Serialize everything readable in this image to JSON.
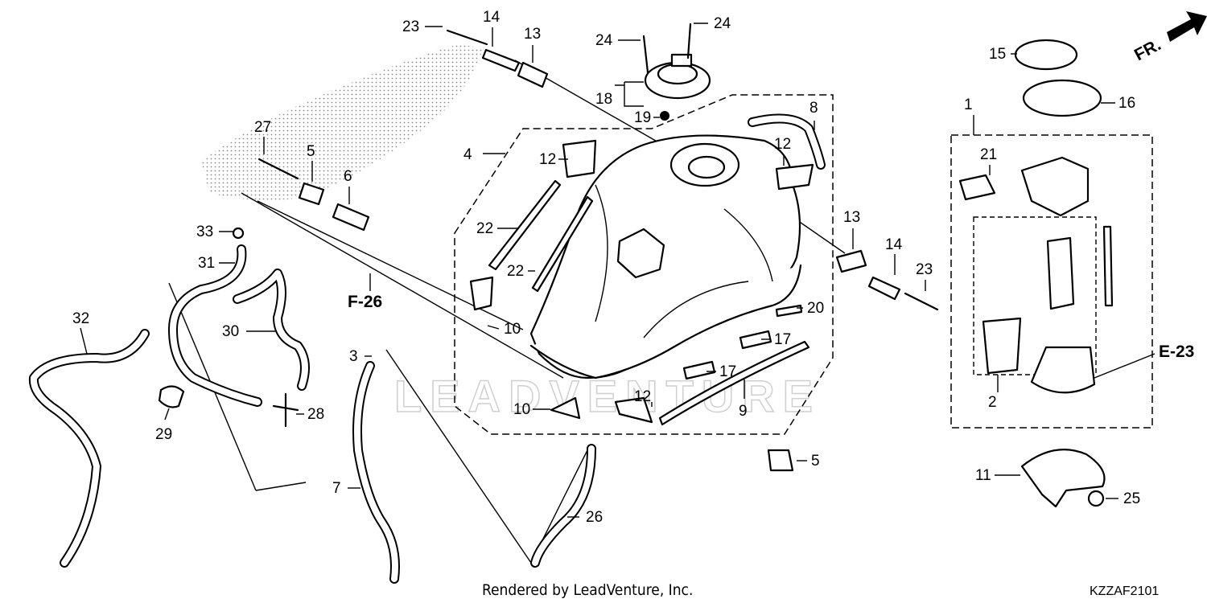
{
  "footer": {
    "credit": "Rendered by LeadVenture, Inc.",
    "diagram_code": "KZZAF2101"
  },
  "watermark": "LEADVENTURE",
  "direction_arrow": "FR.",
  "references": [
    "F-26",
    "E-23"
  ],
  "callouts": [
    "1",
    "2",
    "3",
    "4",
    "5",
    "5",
    "6",
    "7",
    "8",
    "9",
    "10",
    "10",
    "11",
    "12",
    "12",
    "12",
    "13",
    "13",
    "14",
    "14",
    "15",
    "16",
    "17",
    "17",
    "18",
    "19",
    "20",
    "21",
    "22",
    "22",
    "23",
    "23",
    "24",
    "24",
    "25",
    "26",
    "27",
    "28",
    "29",
    "30",
    "31",
    "32",
    "33"
  ]
}
